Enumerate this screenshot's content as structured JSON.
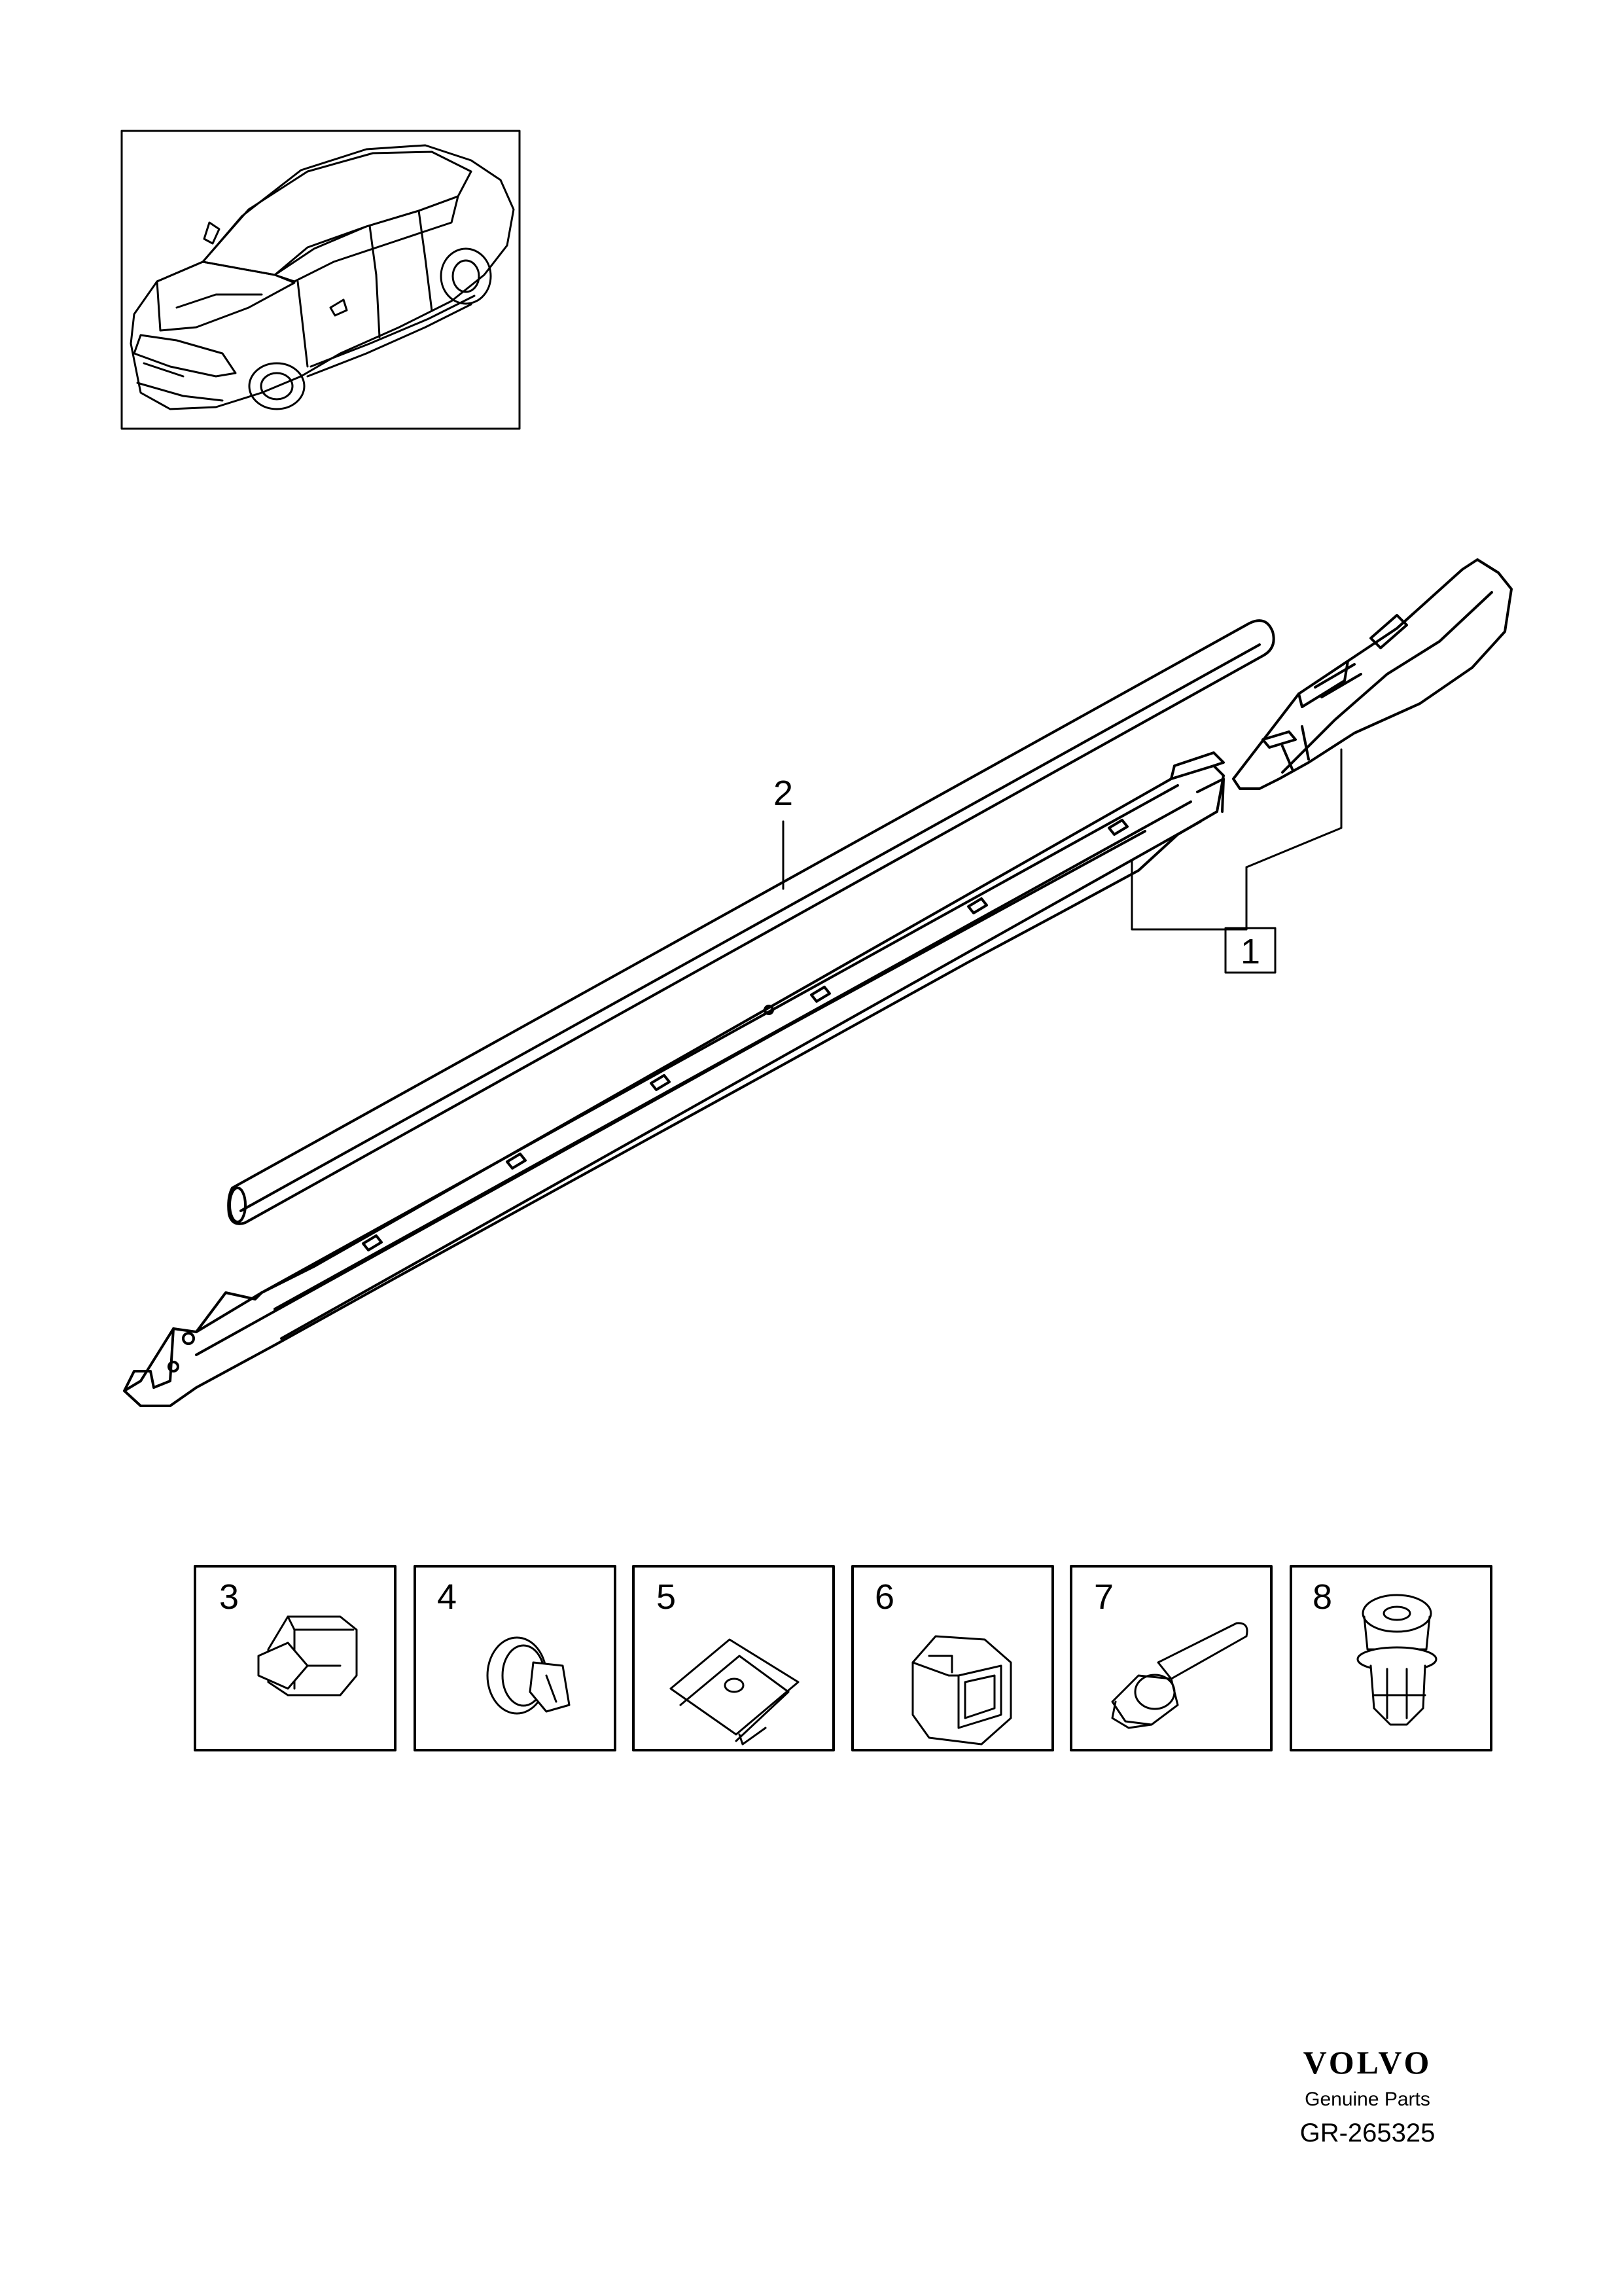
{
  "callouts": {
    "c1": "1",
    "c2": "2",
    "c3": "3",
    "c4": "4",
    "c5": "5",
    "c6": "6",
    "c7": "7",
    "c8": "8"
  },
  "footer": {
    "brand": "VOLVO",
    "subtitle": "Genuine Parts",
    "code": "GR-265325"
  }
}
